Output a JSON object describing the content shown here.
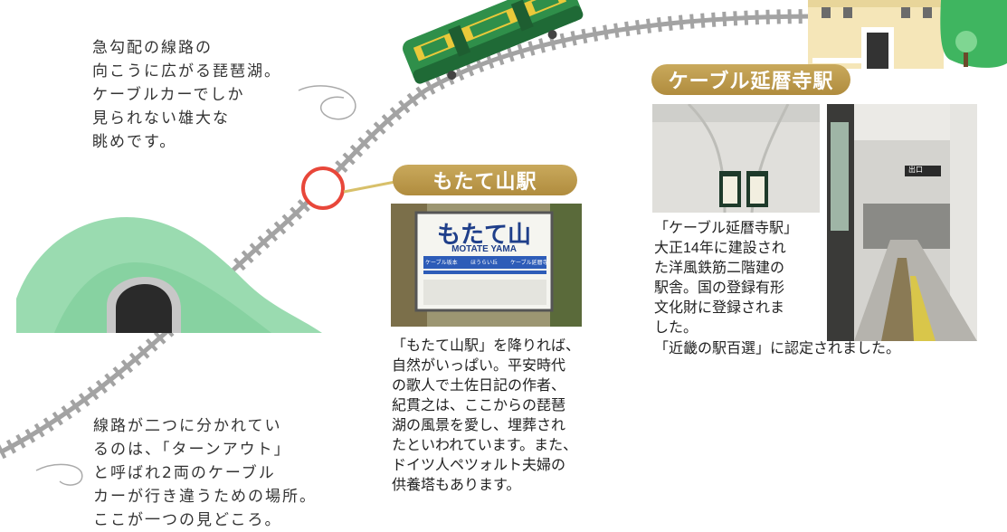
{
  "captions": {
    "top_left": "急勾配の線路の\n向こうに広がる琵琶湖。\nケーブルカーでしか\n見られない雄大な\n眺めです。",
    "bottom_left": "線路が二つに分かれてい\nるのは、「ターンアウト」\nと呼ばれ2両のケーブル\nカーが行き違うための場所。\nここが一つの見どころ。"
  },
  "motate": {
    "title": "もたて山駅",
    "sign_main": "もたて山",
    "sign_romaji": "MOTATE YAMA",
    "sign_left": "ケーブル坂本",
    "sign_mid": "ほうらい丘",
    "sign_right": "ケーブル延暦寺",
    "description": "「もたて山駅」を降りれば、\n自然がいっぱい。平安時代\nの歌人で土佐日記の作者、\n紀貫之は、ここからの琵琶\n湖の風景を愛し、埋葬され\nたといわれています。また、\nドイツ人ペツォルト夫婦の\n供養塔もあります。"
  },
  "enryakuji": {
    "title": "ケーブル延暦寺駅",
    "description": "「ケーブル延暦寺駅」\n大正14年に建設され\nた洋風鉄筋二階建の\n駅舎。国の登録有形\n文化財に登録されま\nした。",
    "note": "「近畿の駅百選」に認定されました。",
    "exit_sign": "出口"
  },
  "colors": {
    "banner_gold": "#b8964a",
    "track": "#9a9a9a",
    "marker_red": "#e8473a",
    "tunnel_green": "#8fd6a6",
    "car_green": "#2f8f4a",
    "car_yellow": "#e9c93a"
  }
}
